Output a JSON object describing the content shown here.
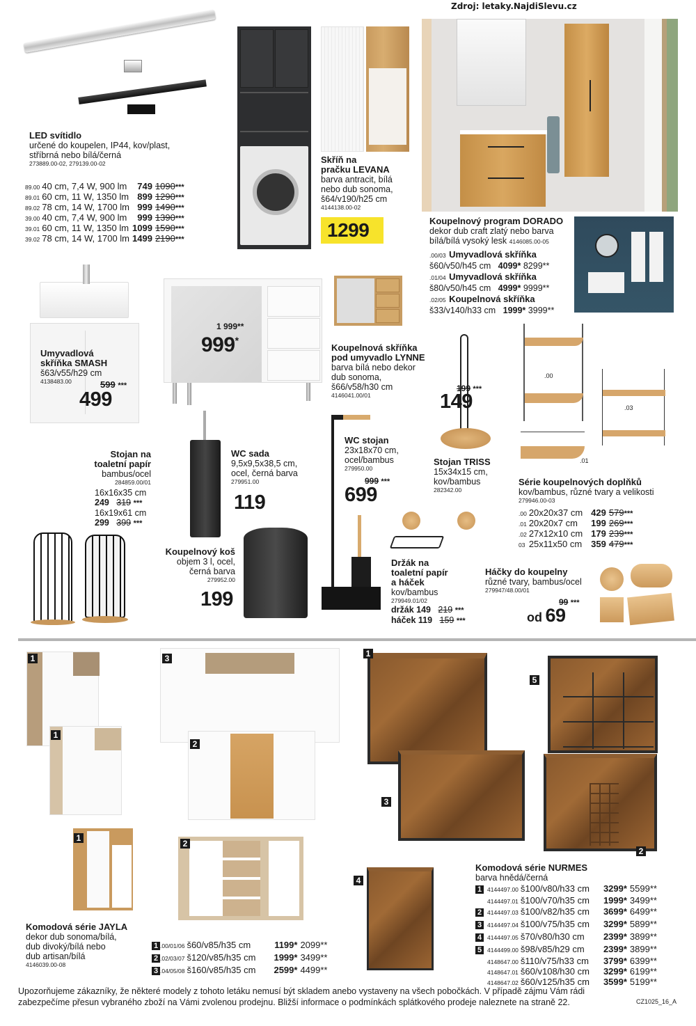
{
  "source": "Zdroj: letaky.NajdiSlevu.cz",
  "led": {
    "title": "LED svítidlo",
    "desc1": "určené do koupelen, IP44, kov/plast,",
    "desc2": "stříbrná nebo bílá/černá",
    "code": "273889.00-02, 279139.00-02",
    "rows": [
      {
        "code": "89.00",
        "spec": "40 cm, 7,4 W, 900 lm",
        "price": "749",
        "old": "1090",
        "stars": "***"
      },
      {
        "code": "89.01",
        "spec": "60 cm, 11 W, 1350 lm",
        "price": "899",
        "old": "1290",
        "stars": "***"
      },
      {
        "code": "89.02",
        "spec": "78 cm, 14 W, 1700 lm",
        "price": "999",
        "old": "1490",
        "stars": "***"
      },
      {
        "code": "39.00",
        "spec": "40 cm, 7,4 W, 900 lm",
        "price": "999",
        "old": "1390",
        "stars": "***"
      },
      {
        "code": "39.01",
        "spec": "60 cm, 11 W, 1350 lm",
        "price": "1099",
        "old": "1590",
        "stars": "***"
      },
      {
        "code": "39.02",
        "spec": "78 cm, 14 W, 1700 lm",
        "price": "1499",
        "old": "2190",
        "stars": "***"
      }
    ]
  },
  "levana": {
    "title1": "Skříň na",
    "title2": "pračku LEVANA",
    "desc1": "barva antracit, bílá",
    "desc2": "nebo dub sonoma,",
    "desc3": "š64/v190/h25 cm",
    "code": "4144138.00-02",
    "price": "1299",
    "price_bg": "#f7e32b"
  },
  "dorado": {
    "title": "Koupelnový program DORADO",
    "desc1": "dekor dub craft zlatý nebo barva",
    "desc2": "bílá/bílá vysoký lesk",
    "code": "4146085.00-05",
    "items": [
      {
        "code": ".00/03",
        "name": "Umyvadlová skříňka",
        "dims": "š60/v50/h45 cm",
        "price": "4099*",
        "old": "8299**"
      },
      {
        "code": ".01/04",
        "name": "Umyvadlová skříňka",
        "dims": "š80/v50/h45 cm",
        "price": "4999*",
        "old": "9999**"
      },
      {
        "code": ".02/05",
        "name": "Koupelnová skříňka",
        "dims": "š33/v140/h33 cm",
        "price": "1999*",
        "old": "3999**"
      }
    ]
  },
  "smash": {
    "title1": "Umyvadlová",
    "title2": "skříňka SMASH",
    "dims": "š63/v55/h29 cm",
    "code": "4138483.00",
    "old": "599",
    "stars": "***",
    "price": "499"
  },
  "vanity": {
    "old": "1 999**",
    "price": "999",
    "star": "*"
  },
  "lynne": {
    "title1": "Koupelnová skříňka",
    "title2": "pod umyvadlo LYNNE",
    "desc1": "barva bílá nebo dekor",
    "desc2": "dub sonoma,",
    "desc3": "š66/v58/h30 cm",
    "code": "4146041.00/01"
  },
  "triss": {
    "old": "199",
    "stars": "***",
    "price": "149",
    "title": "Stojan TRISS",
    "desc1": "15x34x15 cm,",
    "desc2": "kov/bambus",
    "code": "282342.00"
  },
  "accessories": {
    "labels": [
      ".00",
      ".01",
      ".03"
    ],
    "title": "Série koupelnových doplňků",
    "desc": "kov/bambus, různé tvary a velikosti",
    "code": "279946.00-03",
    "rows": [
      {
        "code": ".00",
        "dims": "20x20x37 cm",
        "price": "429",
        "old": "579",
        "stars": "***"
      },
      {
        "code": ".01",
        "dims": "20x20x7 cm",
        "price": "199",
        "old": "269",
        "stars": "***"
      },
      {
        "code": ".02",
        "dims": "27x12x10 cm",
        "price": "179",
        "old": "239",
        "stars": "***"
      },
      {
        "code": "03",
        "dims": "25x11x50 cm",
        "price": "359",
        "old": "479",
        "stars": "***"
      }
    ]
  },
  "paperstand": {
    "title1": "Stojan na",
    "title2": "toaletní papír",
    "desc": "bambus/ocel",
    "code": "284859.00/01",
    "rows": [
      {
        "dims": "16x16x35 cm",
        "price": "249",
        "old": "319",
        "stars": "***"
      },
      {
        "dims": "16x19x61 cm",
        "price": "299",
        "old": "399",
        "stars": "***"
      }
    ]
  },
  "wcsada": {
    "title": "WC sada",
    "desc1": "9,5x9,5x38,5 cm,",
    "desc2": "ocel, černá barva",
    "code": "279951.00",
    "price": "119"
  },
  "wcstojan": {
    "title": "WC stojan",
    "desc1": "23x18x70 cm,",
    "desc2": "ocel/bambus",
    "code": "279950.00",
    "old": "999",
    "stars": "***",
    "price": "699"
  },
  "kos": {
    "title": "Koupelnový koš",
    "desc1": "objem 3 l, ocel,",
    "desc2": "černá barva",
    "code": "279952.00",
    "price": "199"
  },
  "drzak": {
    "title1": "Držák na",
    "title2": "toaletní papír",
    "title3": "a háček",
    "desc": "kov/bambus",
    "code": "279949.01/02",
    "rows": [
      {
        "label": "držák 149",
        "old": "219",
        "stars": "***"
      },
      {
        "label": "háček 119",
        "old": "159",
        "stars": "***"
      }
    ]
  },
  "hacky": {
    "title": "Háčky do koupelny",
    "desc": "různé tvary, bambus/ocel",
    "code": "279947/48.00/01",
    "old": "99",
    "stars": "***",
    "prefix": "od",
    "price": "69"
  },
  "jayla": {
    "title": "Komodová série JAYLA",
    "desc1": "dekor dub sonoma/bílá,",
    "desc2": "dub divoký/bílá nebo",
    "desc3": "dub artisan/bílá",
    "code": "4146039.00-08",
    "badges": [
      "1",
      "3",
      "1",
      "2",
      "1",
      "2"
    ],
    "rows": [
      {
        "badge": "1",
        "code": ".00/01/06",
        "dims": "š60/v85/h35 cm",
        "price": "1199*",
        "old": "2099**"
      },
      {
        "badge": "2",
        "code": ".02/03/07",
        "dims": "š120/v85/h35 cm",
        "price": "1999*",
        "old": "3499**"
      },
      {
        "badge": "3",
        "code": ".04/05/08",
        "dims": "š160/v85/h35 cm",
        "price": "2599*",
        "old": "4499**"
      }
    ]
  },
  "nurmes": {
    "title": "Komodová série NURMES",
    "desc": "barva hnědá/černá",
    "badges": [
      "1",
      "5",
      "3",
      "2",
      "4"
    ],
    "rows": [
      {
        "badge": "1",
        "code": "4144497.00",
        "dims": "š100/v80/h33 cm",
        "price": "3299*",
        "old": "5599**"
      },
      {
        "badge": "",
        "code": "4144497.01",
        "dims": "š100/v70/h35 cm",
        "price": "1999*",
        "old": "3499**"
      },
      {
        "badge": "2",
        "code": "4144497.03",
        "dims": "š100/v82/h35 cm",
        "price": "3699*",
        "old": "6499**"
      },
      {
        "badge": "3",
        "code": "4144497.04",
        "dims": "š100/v75/h35 cm",
        "price": "3299*",
        "old": "5899**"
      },
      {
        "badge": "4",
        "code": "4144497.05",
        "dims": "š70/v80/h30 cm",
        "price": "2399*",
        "old": "3899**"
      },
      {
        "badge": "5",
        "code": "4144499.00",
        "dims": "š98/v85/h29 cm",
        "price": "2399*",
        "old": "3899**"
      },
      {
        "badge": "",
        "code": "4148647.00",
        "dims": "š110/v75/h33 cm",
        "price": "3799*",
        "old": "6399**"
      },
      {
        "badge": "",
        "code": "4148647.01",
        "dims": "š60/v108/h30 cm",
        "price": "3299*",
        "old": "6199**"
      },
      {
        "badge": "",
        "code": "4148647.02",
        "dims": "š60/v125/h35 cm",
        "price": "3599*",
        "old": "5199**"
      }
    ]
  },
  "footer": {
    "line1": "Upozorňujeme zákazníky, že některé modely z tohoto letáku nemusí být skladem anebo vystaveny na všech pobočkách. V případě zájmu Vám rádi",
    "line2": "zabezpečíme přesun vybraného zboží na Vámi zvolenou prodejnu. Bližší informace o podmínkách splátkového prodeje naleznete na straně 22.",
    "page_code": "CZ1025_16_A"
  }
}
